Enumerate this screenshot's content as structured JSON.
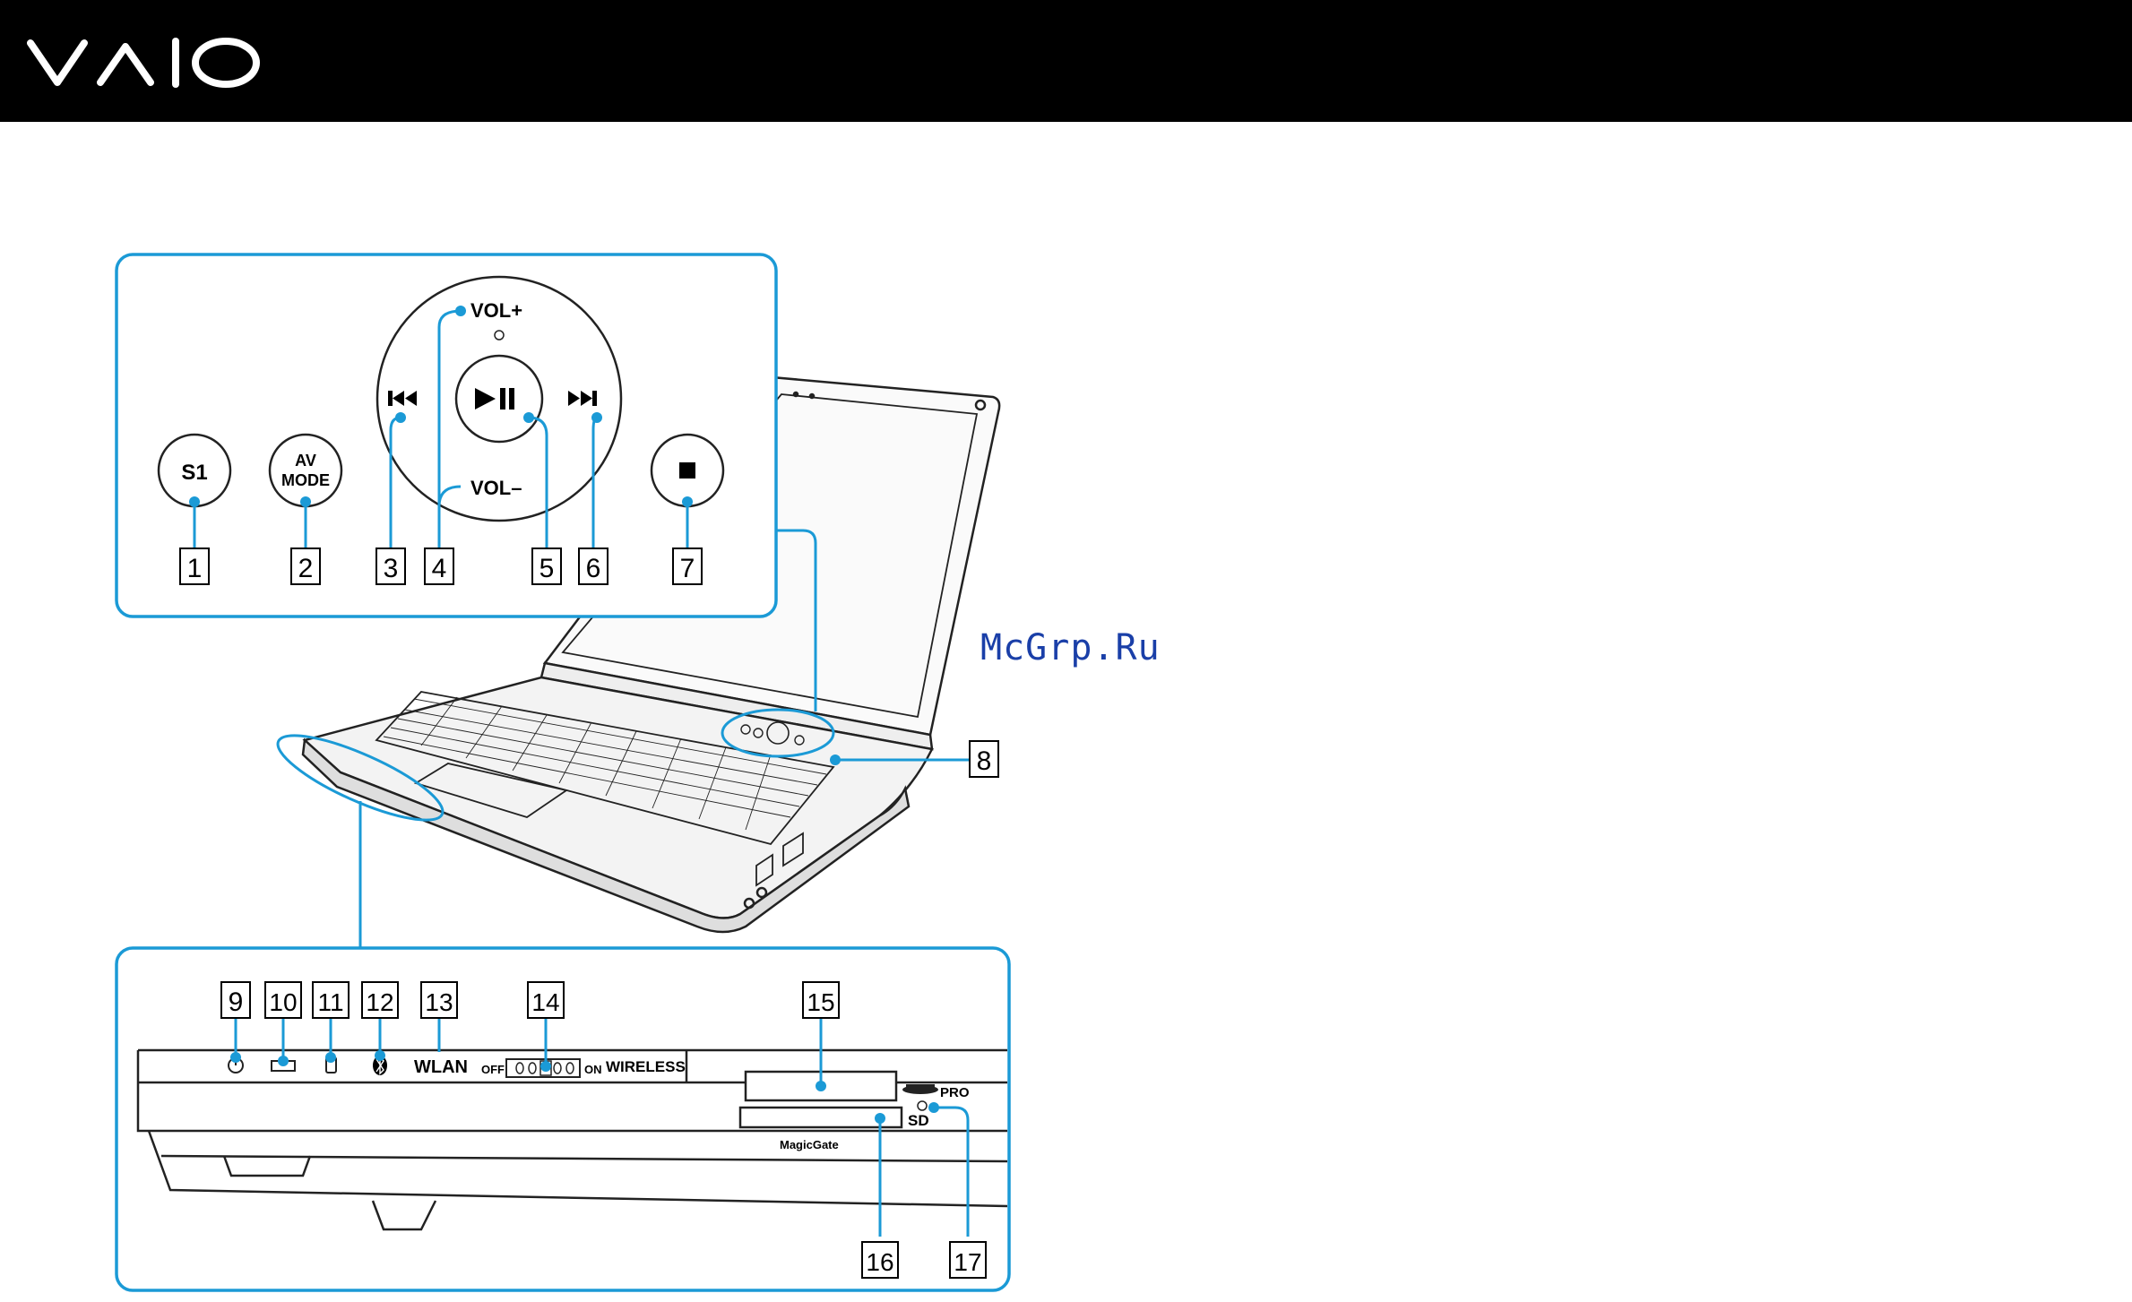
{
  "brand": {
    "logo_text": "VAIO"
  },
  "watermark": "McGrp.Ru",
  "top_panel": {
    "buttons": {
      "s1": "S1",
      "av_mode_line1": "AV",
      "av_mode_line2": "MODE",
      "vol_up": "VOL+",
      "vol_down": "VOL–"
    }
  },
  "bottom_panel": {
    "labels": {
      "wlan": "WLAN",
      "switch_off": "OFF",
      "switch_on": "ON",
      "wireless": "WIRELESS",
      "pro": "PRO",
      "sd": "SD",
      "magicgate": "MagicGate"
    }
  },
  "callouts": [
    "1",
    "2",
    "3",
    "4",
    "5",
    "6",
    "7",
    "8",
    "9",
    "10",
    "11",
    "12",
    "13",
    "14",
    "15",
    "16",
    "17"
  ],
  "colors": {
    "accent": "#1b9ad6",
    "header": "#000000"
  }
}
